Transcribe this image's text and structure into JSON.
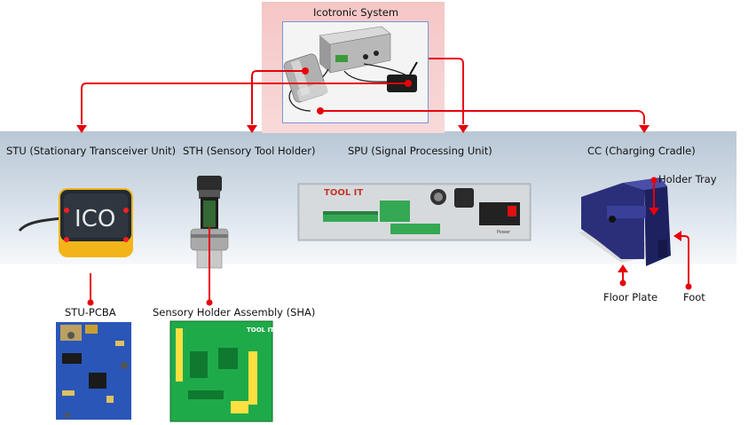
{
  "system": {
    "title": "Icotronic System"
  },
  "components": {
    "stu": "STU (Stationary Transceiver Unit)",
    "sth": "STH (Sensory Tool Holder)",
    "spu": "SPU (Signal Processing Unit)",
    "cc": "CC (Charging Cradle)"
  },
  "parts": {
    "stu_pcba": "STU-PCBA",
    "sha": "Sensory Holder Assembly (SHA)",
    "holder_tray": "Holder Tray",
    "floor_plate": "Floor Plate",
    "foot": "Foot"
  },
  "device_text": {
    "stu_logo": "ICO",
    "spu_brand": "TOOL IT",
    "spu_power": "Power",
    "sha_brand": "TOOL IT"
  },
  "colors": {
    "connector": "#e8000a",
    "band": "#c5d2df",
    "system_box": "#f5c6c6"
  }
}
